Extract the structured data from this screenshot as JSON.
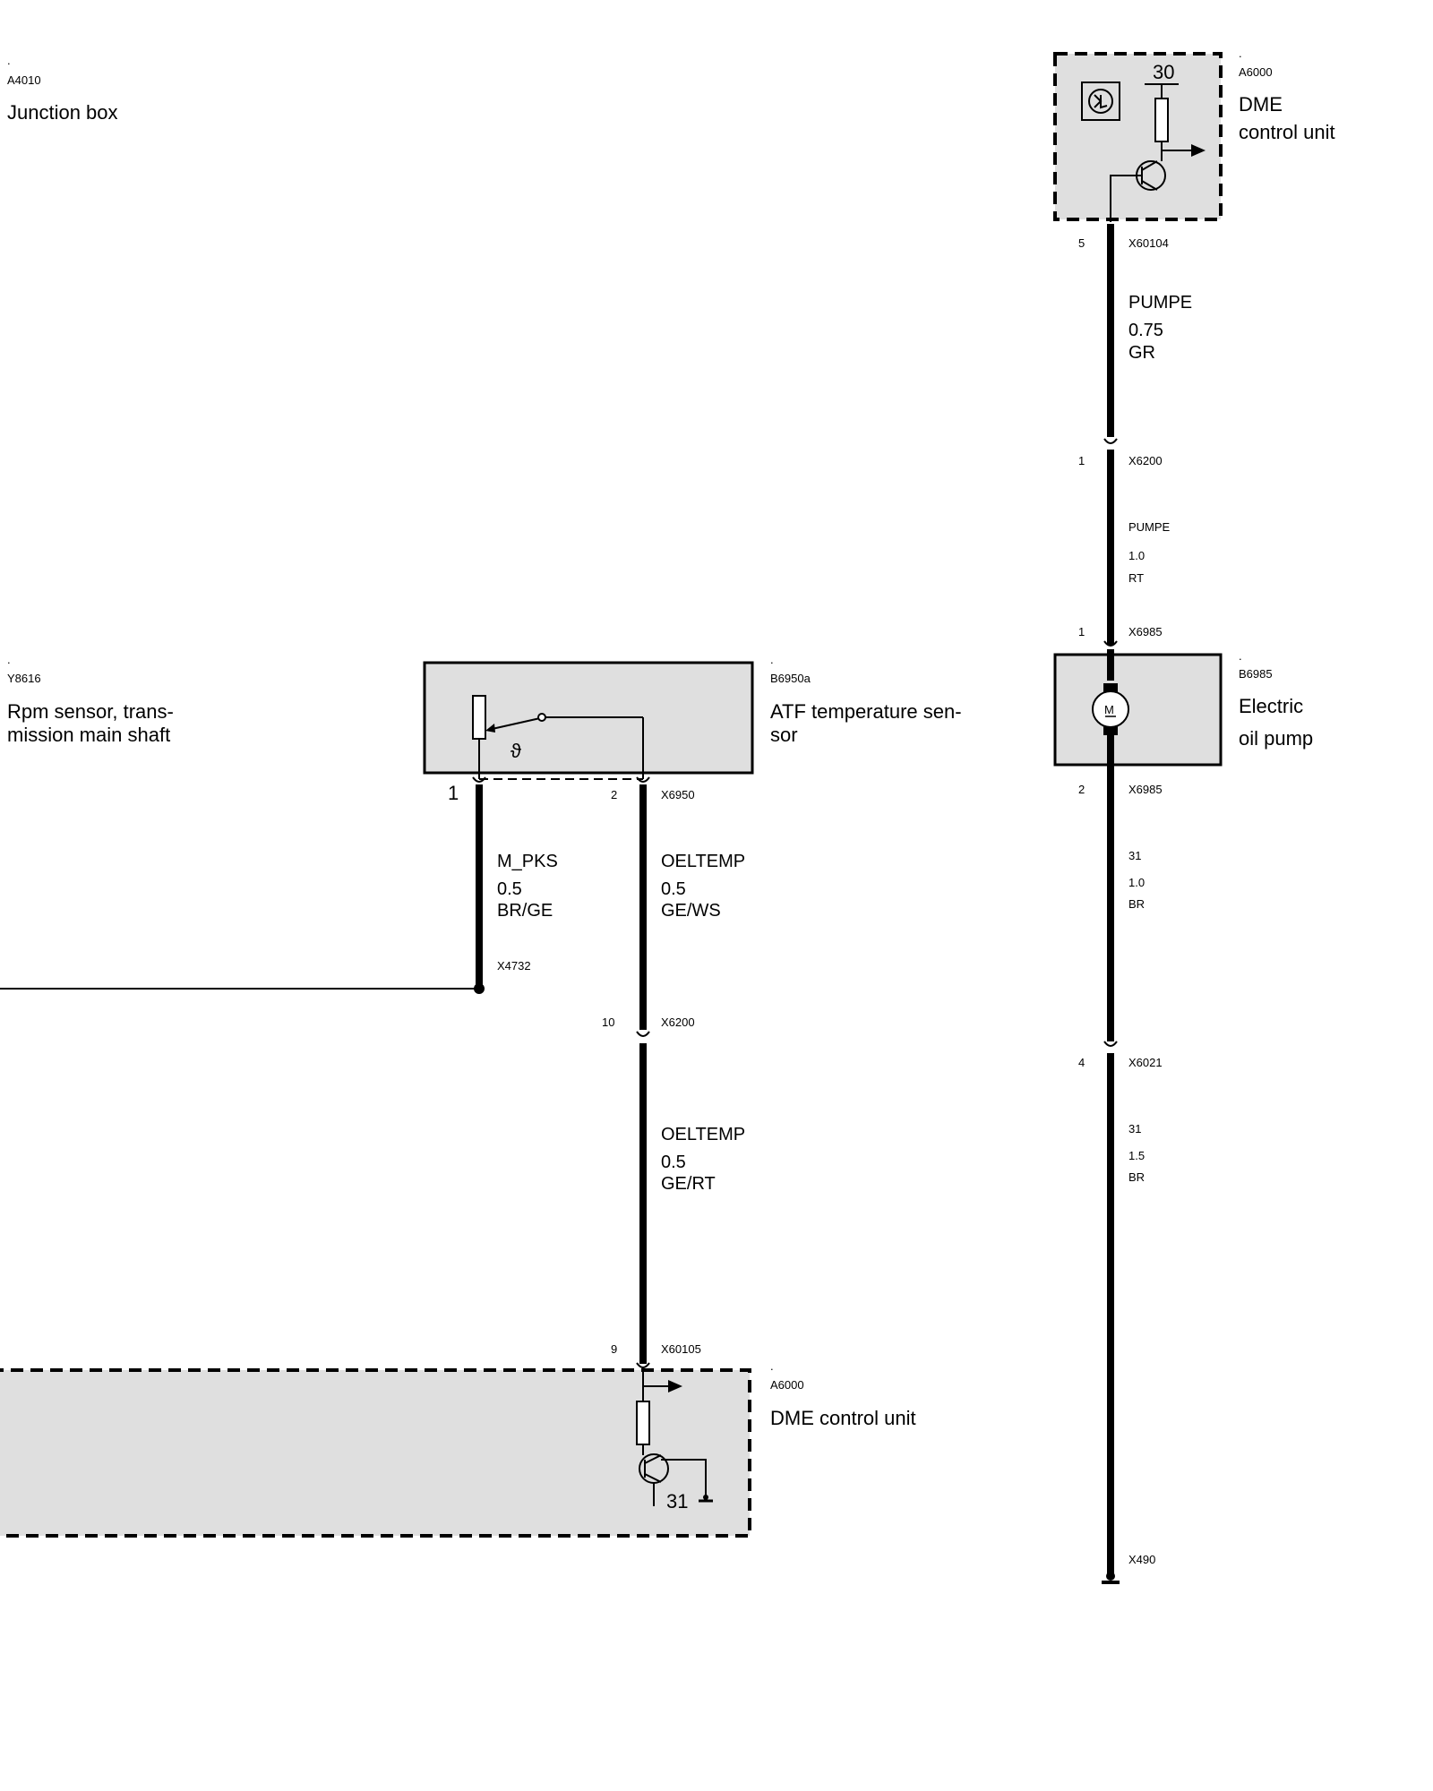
{
  "components": {
    "junction_box": {
      "dot": ".",
      "id": "A4010",
      "name": "Junction box"
    },
    "dme_top": {
      "dot": ".",
      "id": "A6000",
      "name_line1": "DME",
      "name_line2": "control unit",
      "terminal": "30"
    },
    "rpm_sensor": {
      "dot": ".",
      "id": "Y8616",
      "name_line1": "Rpm sensor, trans-",
      "name_line2": "mission main shaft"
    },
    "atf_sensor": {
      "dot": ".",
      "id": "B6950a",
      "name_line1": "ATF temperature sen-",
      "name_line2": "sor",
      "theta": "ϑ"
    },
    "oil_pump": {
      "dot": ".",
      "id": "B6985",
      "name_line1": "Electric",
      "name_line2": "oil pump",
      "motor": "M"
    },
    "dme_bottom": {
      "dot": ".",
      "id": "A6000",
      "name": "DME control unit",
      "terminal": "31"
    }
  },
  "connectors": {
    "x60104": {
      "pin": "5",
      "id": "X60104"
    },
    "x6200_pump": {
      "pin": "1",
      "id": "X6200"
    },
    "x6985_1": {
      "pin": "1",
      "id": "X6985"
    },
    "x6985_2": {
      "pin": "2",
      "id": "X6985"
    },
    "x6021": {
      "pin": "4",
      "id": "X6021"
    },
    "x490": {
      "id": "X490"
    },
    "x6950_1": {
      "pin": "1"
    },
    "x6950_2": {
      "pin": "2",
      "id": "X6950"
    },
    "x4732": {
      "id": "X4732"
    },
    "x6200_temp": {
      "pin": "10",
      "id": "X6200"
    },
    "x60105": {
      "pin": "9",
      "id": "X60105"
    }
  },
  "wires": {
    "pumpe_gr": {
      "signal": "PUMPE",
      "size": "0.75",
      "color": "GR"
    },
    "pumpe_rt": {
      "signal": "PUMPE",
      "size": "1.0",
      "color": "RT"
    },
    "br_10": {
      "signal": "31",
      "size": "1.0",
      "color": "BR"
    },
    "br_15": {
      "signal": "31",
      "size": "1.5",
      "color": "BR"
    },
    "m_pks": {
      "signal": "M_PKS",
      "size": "0.5",
      "color": "BR/GE"
    },
    "oeltemp_gews": {
      "signal": "OELTEMP",
      "size": "0.5",
      "color": "GE/WS"
    },
    "oeltemp_gert": {
      "signal": "OELTEMP",
      "size": "0.5",
      "color": "GE/RT"
    }
  }
}
